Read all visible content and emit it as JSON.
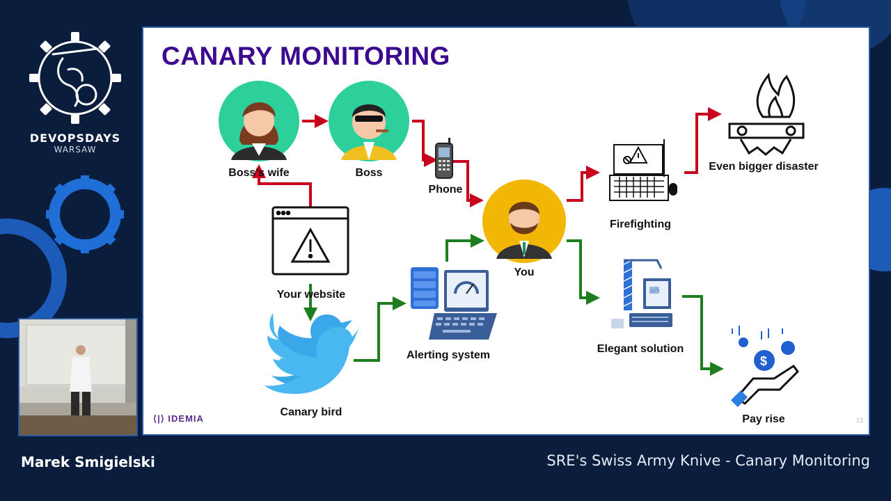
{
  "event": {
    "name": "DEVOPSDAYS",
    "city": "WARSAW"
  },
  "slide": {
    "title": "CANARY MONITORING",
    "nodes": {
      "boss_wife": "Boss's wife",
      "boss": "Boss",
      "phone": "Phone",
      "you": "You",
      "firefighting": "Firefighting",
      "bigger_disaster": "Even bigger disaster",
      "website": "Your website",
      "canary": "Canary bird",
      "alerting": "Alerting system",
      "elegant": "Elegant solution",
      "pay_rise": "Pay rise"
    },
    "logo": "IDEMIA",
    "page_number": "13"
  },
  "footer": {
    "speaker": "Marek Smigielski",
    "talk_title": "SRE's Swiss Army Knive  - Canary Monitoring"
  },
  "colors": {
    "title": "#3b0a8f",
    "red_arrow": "#c8001e",
    "green_arrow": "#1e7d1e",
    "avatar_green": "#2dcf9a",
    "avatar_yellow": "#f2b705",
    "background": "#0b1d3d",
    "frame": "#2c5aa0"
  }
}
